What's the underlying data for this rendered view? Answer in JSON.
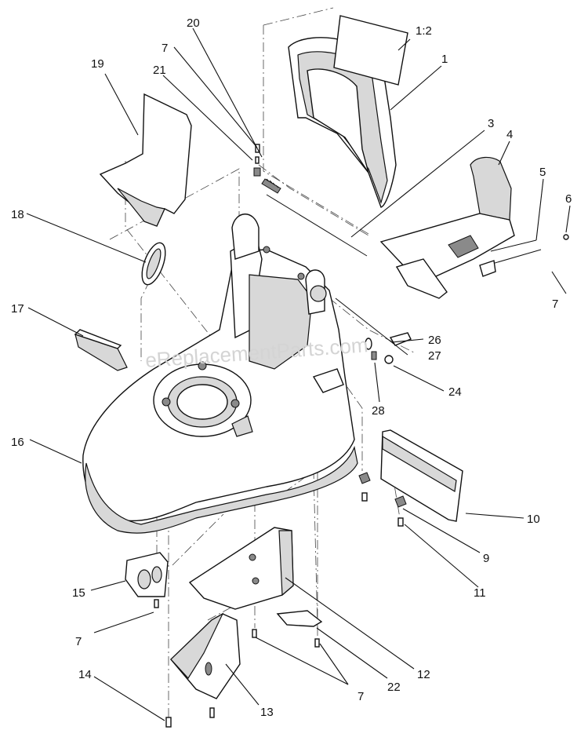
{
  "watermark": "eReplacementParts.com",
  "callouts": {
    "c1_2": "1:2",
    "c1": "1",
    "c3": "3",
    "c4": "4",
    "c5": "5",
    "c6": "6",
    "c7a": "7",
    "c7b": "7",
    "c7c": "7",
    "c7d": "7",
    "c9": "9",
    "c10": "10",
    "c11": "11",
    "c12": "12",
    "c13": "13",
    "c14": "14",
    "c15": "15",
    "c16": "16",
    "c17": "17",
    "c18": "18",
    "c19": "19",
    "c20": "20",
    "c21": "21",
    "c22": "22",
    "c24": "24",
    "c26": "26",
    "c27": "27",
    "c28": "28"
  }
}
